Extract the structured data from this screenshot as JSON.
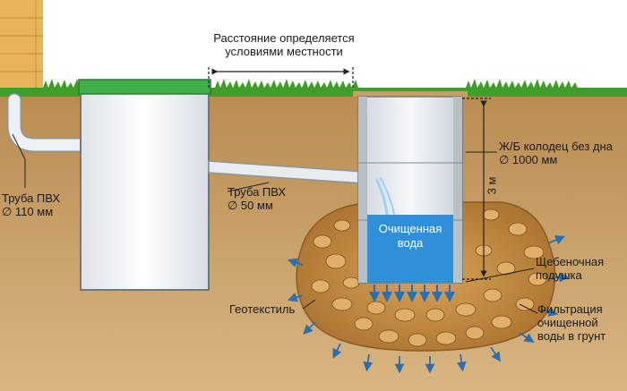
{
  "labels": {
    "distance_line1": "Расстояние определяется",
    "distance_line2": "условиями местности",
    "well_line1": "Ж/Б колодец без дна",
    "well_line2": "∅ 1000 мм",
    "depth": "3 м",
    "pipe_left_line1": "Труба ПВХ",
    "pipe_left_line2": "∅ 110 мм",
    "pipe_mid_line1": "Труба ПВХ",
    "pipe_mid_line2": "∅ 50 мм",
    "water_line1": "Очищенная",
    "water_line2": "вода",
    "gravel_line1": "Щебеночная",
    "gravel_line2": "подушка",
    "geotextile": "Геотекстиль",
    "filter_line1": "Фильтрация",
    "filter_line2": "очищенной",
    "filter_line3": "воды в грунт"
  },
  "colors": {
    "soil": "#c9a068",
    "soil_dark": "#a67c45",
    "grass": "#3f9e2a",
    "tank_lid": "#3fae49",
    "tank_body": "#f4f7f9",
    "well_wall": "#dfe3e6",
    "water": "#2f8fd8",
    "pipe": "#e8ecef",
    "gravel": "#c38a3a",
    "arrow": "#2a6fb0",
    "house": "#e8b45a"
  }
}
